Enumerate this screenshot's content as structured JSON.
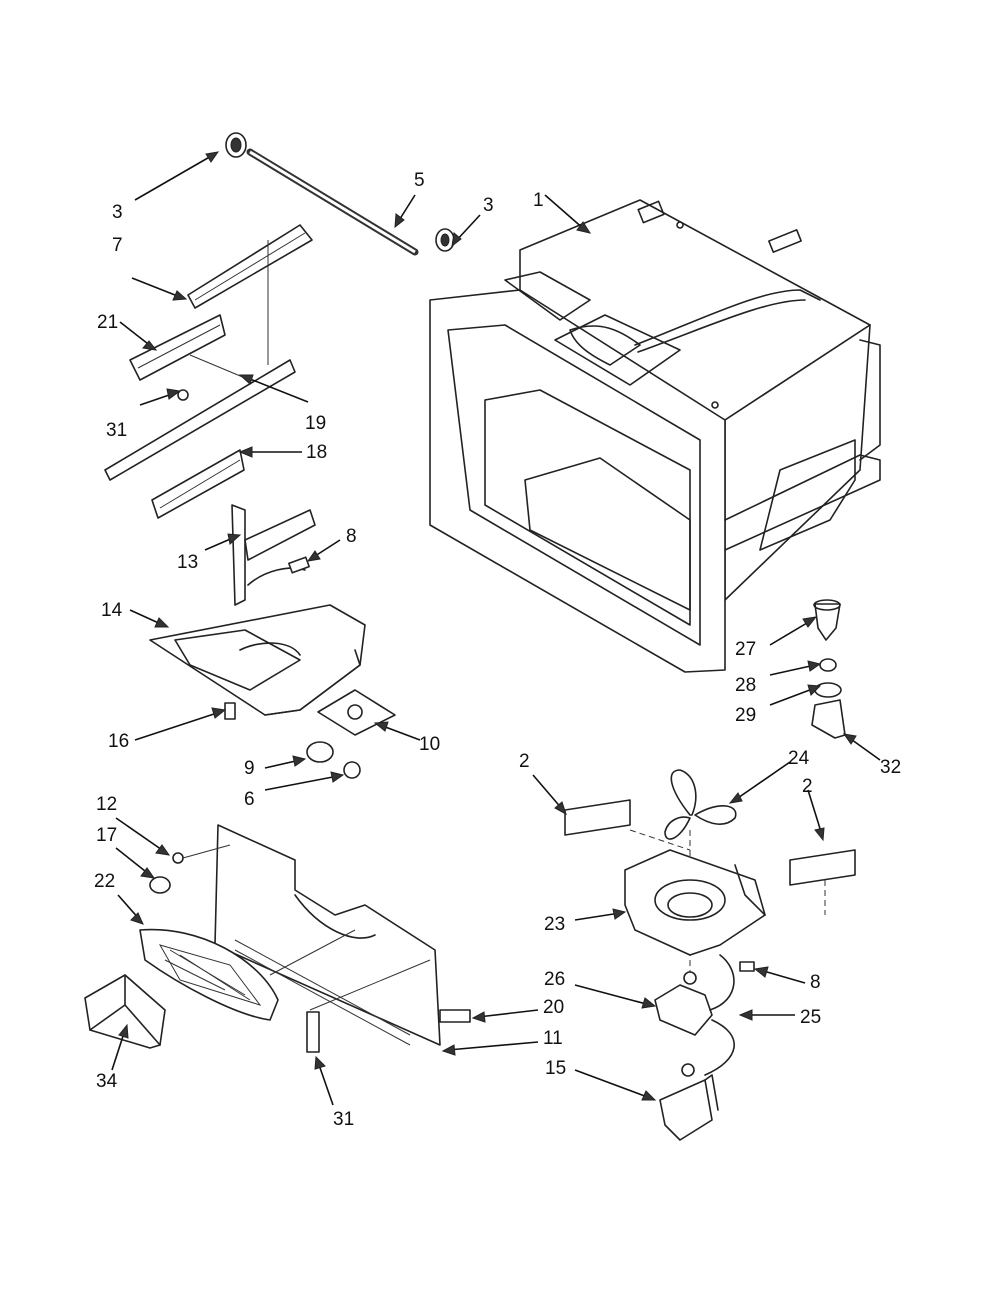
{
  "callouts": [
    {
      "id": "c-3a",
      "text": "3"
    },
    {
      "id": "c-5",
      "text": "5"
    },
    {
      "id": "c-3b",
      "text": "3"
    },
    {
      "id": "c-1",
      "text": "1"
    },
    {
      "id": "c-7",
      "text": "7"
    },
    {
      "id": "c-21",
      "text": "21"
    },
    {
      "id": "c-31a",
      "text": "31"
    },
    {
      "id": "c-19",
      "text": "19"
    },
    {
      "id": "c-18",
      "text": "18"
    },
    {
      "id": "c-13",
      "text": "13"
    },
    {
      "id": "c-8a",
      "text": "8"
    },
    {
      "id": "c-14",
      "text": "14"
    },
    {
      "id": "c-16",
      "text": "16"
    },
    {
      "id": "c-10",
      "text": "10"
    },
    {
      "id": "c-9",
      "text": "9"
    },
    {
      "id": "c-6",
      "text": "6"
    },
    {
      "id": "c-27",
      "text": "27"
    },
    {
      "id": "c-28",
      "text": "28"
    },
    {
      "id": "c-29",
      "text": "29"
    },
    {
      "id": "c-32",
      "text": "32"
    },
    {
      "id": "c-2a",
      "text": "2"
    },
    {
      "id": "c-24",
      "text": "24"
    },
    {
      "id": "c-2b",
      "text": "2"
    },
    {
      "id": "c-12",
      "text": "12"
    },
    {
      "id": "c-17",
      "text": "17"
    },
    {
      "id": "c-22",
      "text": "22"
    },
    {
      "id": "c-23",
      "text": "23"
    },
    {
      "id": "c-8b",
      "text": "8"
    },
    {
      "id": "c-26",
      "text": "26"
    },
    {
      "id": "c-25",
      "text": "25"
    },
    {
      "id": "c-20",
      "text": "20"
    },
    {
      "id": "c-11",
      "text": "11"
    },
    {
      "id": "c-15",
      "text": "15"
    },
    {
      "id": "c-34",
      "text": "34"
    },
    {
      "id": "c-31b",
      "text": "31"
    }
  ]
}
